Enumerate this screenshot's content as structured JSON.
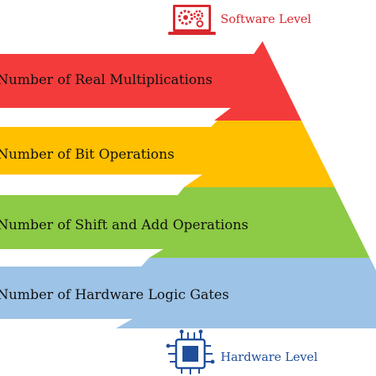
{
  "header": {
    "label": "Software Level",
    "color": "#d7282f",
    "icon": "laptop-gears-icon"
  },
  "footer": {
    "label": "Hardware Level",
    "color": "#1f4e9b",
    "icon": "circuit-chip-icon"
  },
  "levels": [
    {
      "label": "Number of Real Multiplications",
      "color": "#f43b3b"
    },
    {
      "label": "Number of Bit Operations",
      "color": "#ffc000"
    },
    {
      "label": "Number of Shift and Add Operations",
      "color": "#8dca45"
    },
    {
      "label": "Number of Hardware Logic Gates",
      "color": "#9dc3e6"
    }
  ]
}
